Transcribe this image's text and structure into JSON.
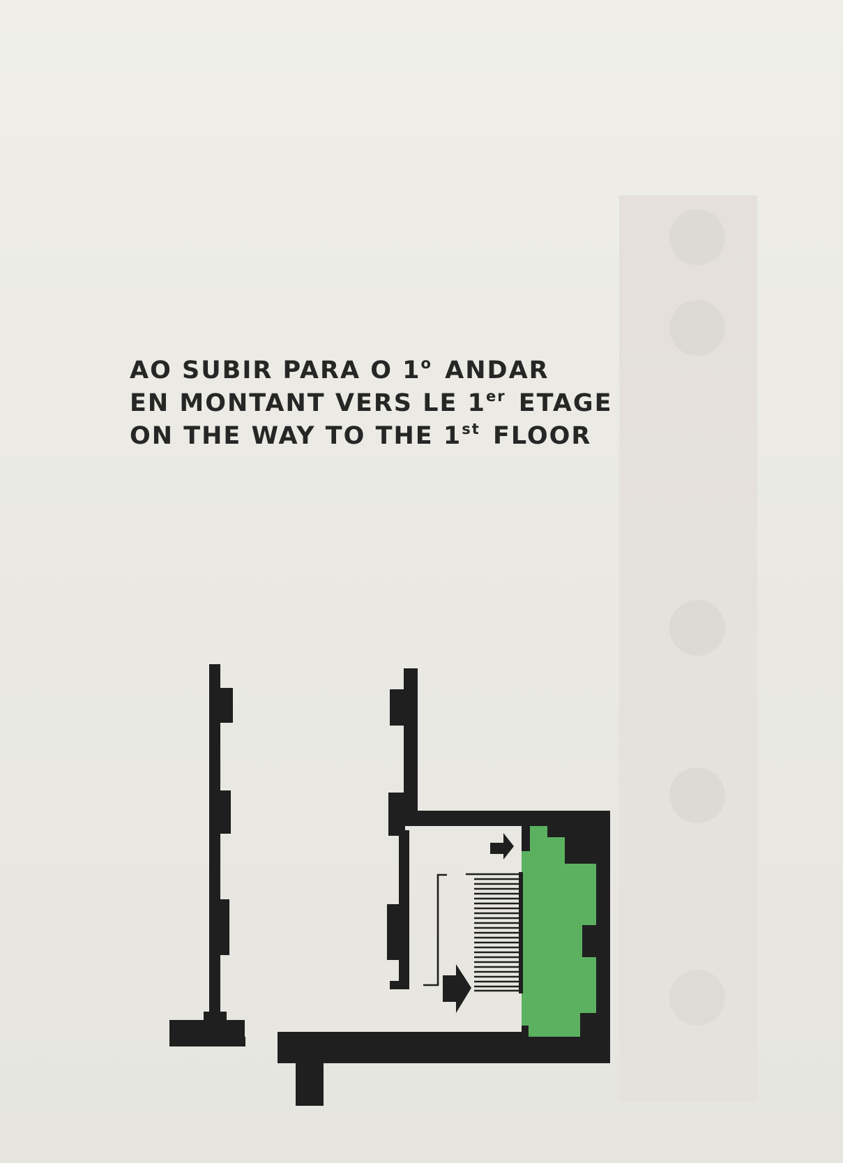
{
  "heading": {
    "line1": {
      "text": "AO SUBIR PARA O 1",
      "sup": "o",
      "after": " ANDAR"
    },
    "line2": {
      "text": "EN MONTANT VERS  LE 1",
      "sup": "er",
      "after": " ETAGE"
    },
    "line3": {
      "text": "ON THE  WAY TO THE 1",
      "sup": "st",
      "after": "  FLOOR"
    }
  },
  "floor_plan": {
    "icons": [
      "up-arrow-icon",
      "right-arrow-icon"
    ],
    "highlight_color": "#5cb160",
    "wall_color": "#1f1f1f",
    "background_color": "#ecebe6"
  }
}
